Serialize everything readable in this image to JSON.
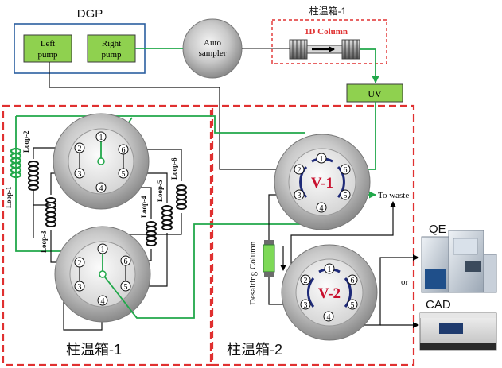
{
  "dgp": {
    "title": "DGP",
    "left_pump": [
      "Left",
      "pump"
    ],
    "right_pump": [
      "Right",
      "pump"
    ]
  },
  "autosampler": [
    "Auto",
    "sampler"
  ],
  "oven1": {
    "title": "柱温箱-1",
    "column_label": "1D Column"
  },
  "uv": "UV",
  "zones": {
    "left": "柱温箱-1",
    "right": "柱温箱-2"
  },
  "valves": {
    "upper_left": {
      "ports": [
        "1",
        "2",
        "3",
        "4",
        "5",
        "6"
      ]
    },
    "lower_left": {
      "ports": [
        "1",
        "2",
        "3",
        "4",
        "5",
        "6"
      ]
    },
    "v1": {
      "label": "V-1",
      "ports": [
        "1",
        "2",
        "3",
        "4",
        "5",
        "6"
      ]
    },
    "v2": {
      "label": "V-2",
      "ports": [
        "1",
        "2",
        "3",
        "4",
        "5",
        "6"
      ]
    }
  },
  "loops": [
    "Loop-1",
    "Loop-2",
    "Loop-3",
    "Loop-4",
    "Loop-5",
    "Loop-6"
  ],
  "desalting_column": "Desalting Column",
  "to_waste": "To waste",
  "detectors": {
    "qe": "QE",
    "or": "or",
    "cad": "CAD"
  },
  "colors": {
    "flow_green": "#21a84a",
    "zone_red": "#e03030",
    "pump_green": "#8fd14f",
    "valve_arc": "#1e2a78",
    "valve_text": "#c8102e"
  }
}
